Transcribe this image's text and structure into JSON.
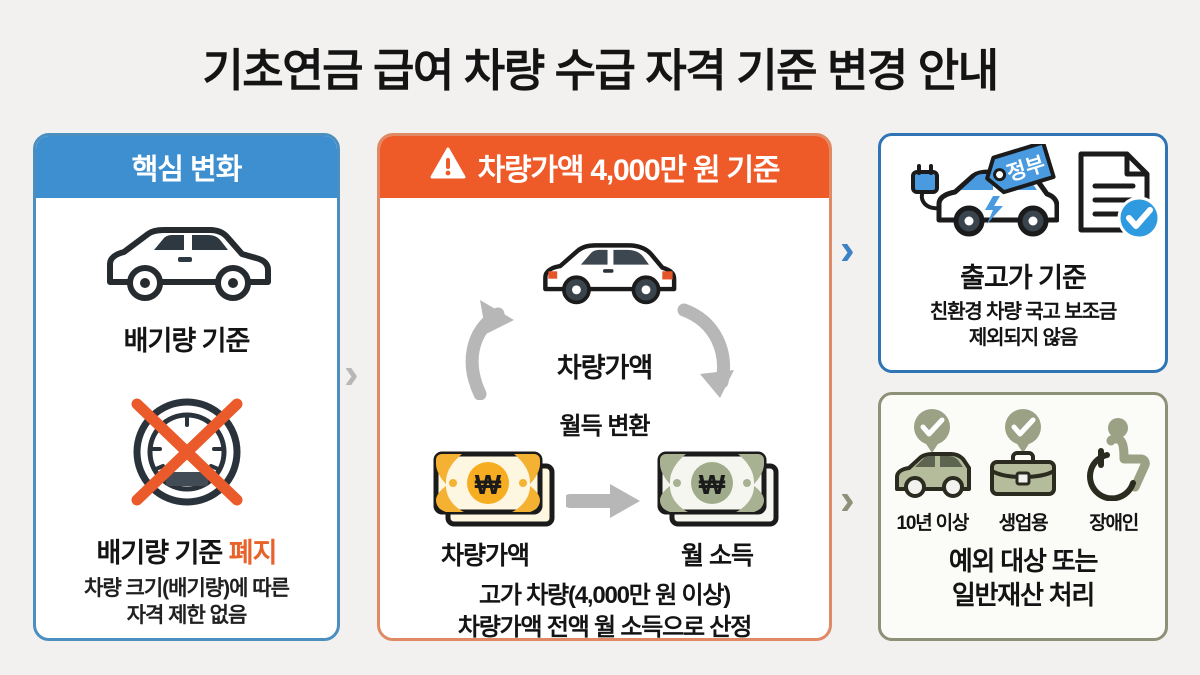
{
  "page": {
    "title": "기초연금 급여 차량 수급 자격 기준 변경 안내",
    "background_color": "#f2f1ef"
  },
  "colors": {
    "blue": "#3e8fd0",
    "blue_border": "#2f74b5",
    "orange": "#ee5a28",
    "orange_border": "#e08a65",
    "olive": "#8e9177",
    "gray_arrow": "#b7b7b7",
    "accent_orange_text": "#e8622a"
  },
  "left_panel": {
    "header": "핵심 변화",
    "top_icon": "sedan-car-icon",
    "top_label": "배기량 기준",
    "bottom_icon": "crossed-out-speedometer-icon",
    "bottom_label_main": "배기량 기준 ",
    "bottom_label_accent": "폐지",
    "bottom_sub_line1": "차량 크기(배기량)에 따른",
    "bottom_sub_line2": "자격 제한 없음"
  },
  "center_panel": {
    "header_icon": "warning-triangle-icon",
    "header": "차량가액 4,000만 원 기준",
    "car_icon": "white-suv-icon",
    "car_label": "차량가액",
    "convert_label": "월득 변환",
    "money_left_icon": "orange-banknote-won-icon",
    "money_left_label": "차량가액",
    "money_right_icon": "green-banknote-won-icon",
    "money_right_label": "월 소득",
    "arrow_up": "curved-up-arrow-icon",
    "arrow_down": "curved-down-arrow-icon",
    "arrow_right": "right-arrow-icon",
    "footnote_line1": "고가 차량(4,000만 원 이상)",
    "footnote_line2": "차량가액 전액 월 소득으로 산정"
  },
  "top_right_panel": {
    "ev_icon": "electric-car-plug-icon",
    "tag_label": "정부",
    "doc_icon": "document-check-icon",
    "title": "출고가 기준",
    "sub_line1": "친환경 차량 국고 보조금",
    "sub_line2": "제외되지 않음"
  },
  "bottom_right_panel": {
    "items": [
      {
        "icon": "old-car-icon",
        "badge": "check-badge-icon",
        "label": "10년 이상"
      },
      {
        "icon": "briefcase-icon",
        "badge": "check-badge-icon",
        "label": "생업용"
      },
      {
        "icon": "wheelchair-accessible-icon",
        "badge": "",
        "label": "장애인"
      }
    ],
    "footer_line1": "예외 대상 또는",
    "footer_line2": "일반재산 처리"
  },
  "connectors": {
    "left_to_center": "›",
    "center_to_topright": "›",
    "center_to_bottomright": "›"
  }
}
